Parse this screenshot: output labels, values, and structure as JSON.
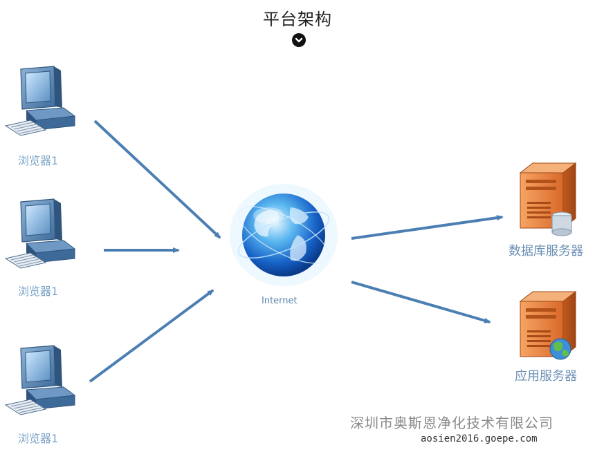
{
  "header": {
    "title": "平台架构"
  },
  "clients": [
    {
      "label": "浏览器1"
    },
    {
      "label": "浏览器1"
    },
    {
      "label": "浏览器1"
    }
  ],
  "network": {
    "label": "Internet"
  },
  "servers": [
    {
      "label": "数据库服务器"
    },
    {
      "label": "应用服务器"
    }
  ],
  "watermark": {
    "company": "深圳市奥斯恩净化技术有限公司",
    "url": "aosien2016.goepe.com"
  },
  "colors": {
    "arrow": "#4b7fb3",
    "label": "#7aa3c8",
    "server": "#e2793a"
  }
}
